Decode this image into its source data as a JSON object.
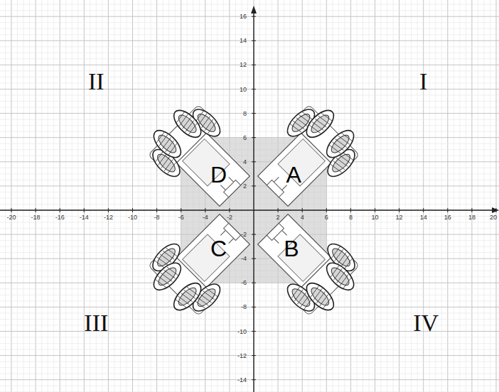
{
  "diagram": {
    "labels": [
      "I",
      "II",
      "D",
      "A",
      "C",
      "B",
      "III",
      "IV",
      "-20",
      "-18",
      "-16",
      "-14",
      "-12",
      "-10",
      "-8",
      "-6",
      "-4",
      "-2",
      "2",
      "4",
      "6",
      "8",
      "10",
      "12",
      "14",
      "16",
      "18",
      "20",
      "16",
      "14",
      "12",
      "10",
      "8",
      "6",
      "4",
      "2",
      "-2",
      "-4",
      "-6",
      "-8",
      "-10",
      "-12",
      "-14"
    ]
  }
}
